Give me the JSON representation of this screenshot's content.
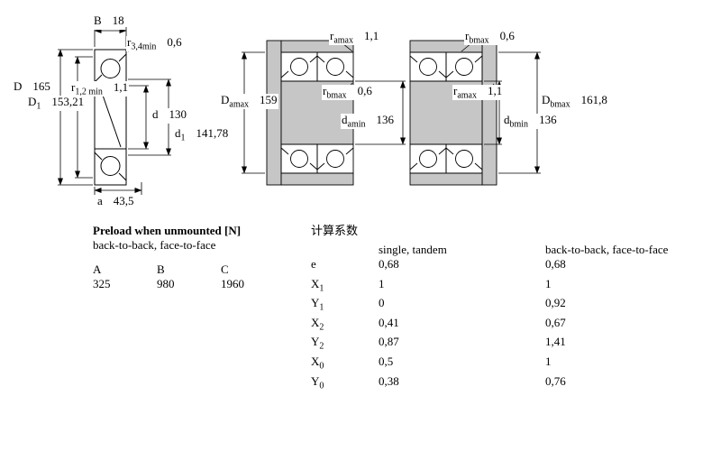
{
  "drawing": {
    "left": {
      "B": {
        "base": "B",
        "sub": "",
        "value": "18"
      },
      "r34": {
        "base": "r",
        "sub": "3,4min",
        "value": "0,6"
      },
      "D": {
        "base": "D",
        "sub": "",
        "value": "165"
      },
      "r12": {
        "base": "r",
        "sub": "1,2 min",
        "value": "1,1"
      },
      "D1": {
        "base": "D",
        "sub": "1",
        "value": "153,21"
      },
      "d": {
        "base": "d",
        "sub": "",
        "value": "130"
      },
      "d1": {
        "base": "d",
        "sub": "1",
        "value": "141,78"
      },
      "a": {
        "base": "a",
        "sub": "",
        "value": "43,5"
      }
    },
    "middle": {
      "ramax": {
        "base": "r",
        "sub": "amax",
        "value": "1,1"
      },
      "Damax": {
        "base": "D",
        "sub": "amax",
        "value": "159"
      },
      "rbmax": {
        "base": "r",
        "sub": "bmax",
        "value": "0,6"
      },
      "damin": {
        "base": "d",
        "sub": "amin",
        "value": "136"
      }
    },
    "right": {
      "rbmax": {
        "base": "r",
        "sub": "bmax",
        "value": "0,6"
      },
      "ramax": {
        "base": "r",
        "sub": "amax",
        "value": "1,1"
      },
      "Dbmax": {
        "base": "D",
        "sub": "bmax",
        "value": "161,8"
      },
      "dbmin": {
        "base": "d",
        "sub": "bmin",
        "value": "136"
      }
    }
  },
  "preload_table": {
    "title": "Preload when unmounted [N]",
    "subtitle": "back-to-back, face-to-face",
    "columns": [
      "A",
      "B",
      "C"
    ],
    "values": [
      "325",
      "980",
      "1960"
    ]
  },
  "factors_table": {
    "title": "计算系数",
    "col1_header": "single, tandem",
    "col2_header": "back-to-back, face-to-face",
    "rows": [
      {
        "base": "e",
        "sub": "",
        "v1": "0,68",
        "v2": "0,68"
      },
      {
        "base": "X",
        "sub": "1",
        "v1": "1",
        "v2": "1"
      },
      {
        "base": "Y",
        "sub": "1",
        "v1": "0",
        "v2": "0,92"
      },
      {
        "base": "X",
        "sub": "2",
        "v1": "0,41",
        "v2": "0,67"
      },
      {
        "base": "Y",
        "sub": "2",
        "v1": "0,87",
        "v2": "1,41"
      },
      {
        "base": "X",
        "sub": "0",
        "v1": "0,5",
        "v2": "1"
      },
      {
        "base": "Y",
        "sub": "0",
        "v1": "0,38",
        "v2": "0,76"
      }
    ]
  }
}
